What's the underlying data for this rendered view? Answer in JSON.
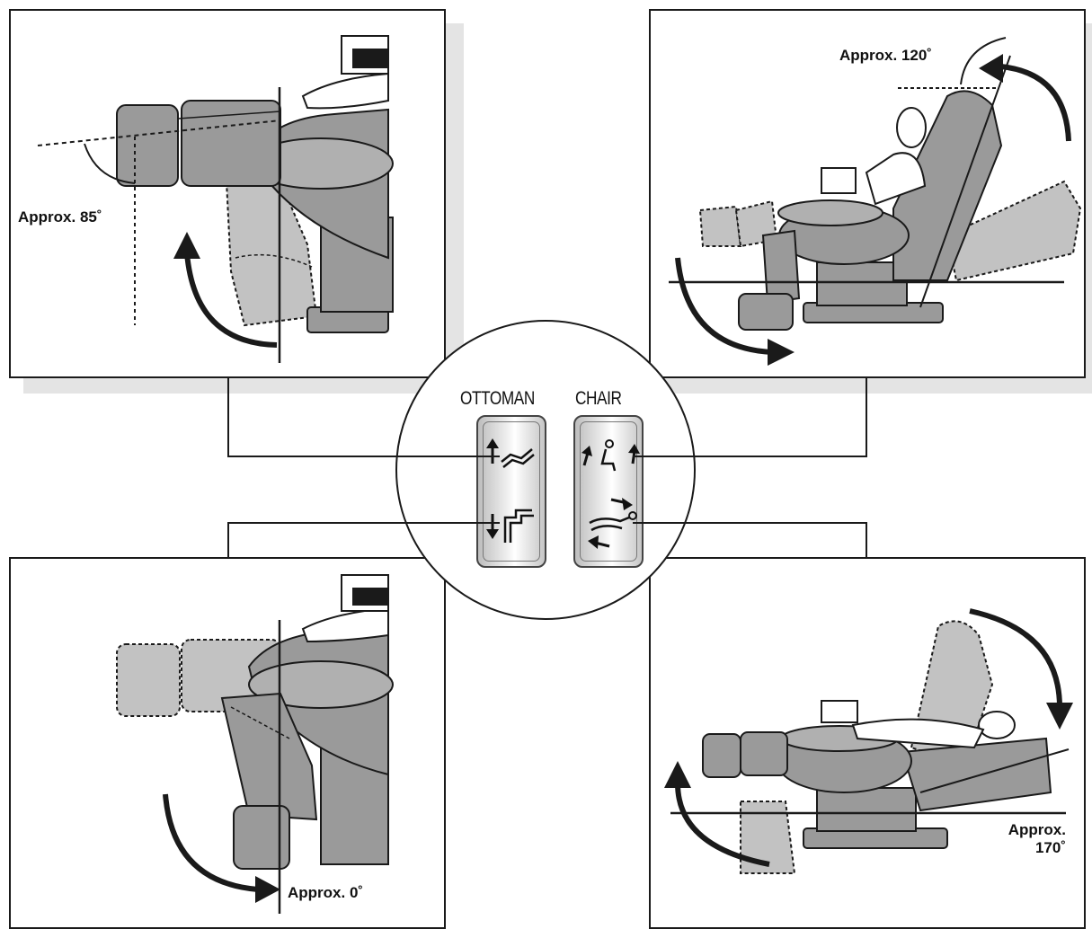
{
  "diagram": {
    "panels": {
      "top_left": {
        "angle_label": "Approx. 85˚"
      },
      "top_right": {
        "angle_label": "Approx. 120˚"
      },
      "bottom_left": {
        "angle_label": "Approx. 0˚"
      },
      "bottom_right": {
        "angle_label_line1": "Approx.",
        "angle_label_line2": "170˚"
      }
    },
    "controls": {
      "ottoman_title": "OTTOMAN",
      "chair_title": "CHAIR"
    },
    "colors": {
      "chair_fill": "#9a9a9a",
      "chair_light": "#b8b8b8",
      "ghost_fill": "#c2c2c2",
      "outline": "#1a1a1a",
      "shadow": "#e4e4e4"
    }
  }
}
